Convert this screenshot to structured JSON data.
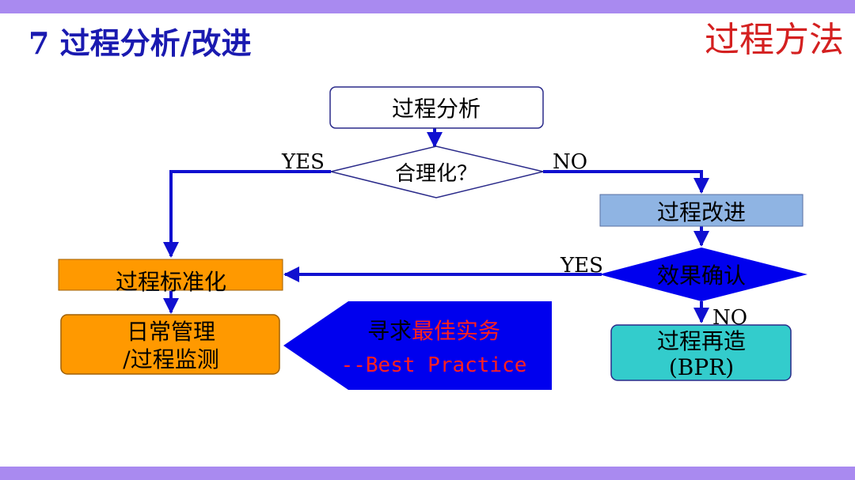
{
  "slide": {
    "title": "7 过程分析/改进",
    "corner_title": "过程方法"
  },
  "nodes": {
    "analysis": "过程分析",
    "decision": "合理化？",
    "improve": "过程改进",
    "verify": "效果确认",
    "standardize": "过程标准化",
    "daily_line1": "日常管理",
    "daily_line2": "/过程监测",
    "bpr_line1": "过程再造",
    "bpr_line2": "(BPR)",
    "best_line1_black": "寻求",
    "best_line1_red": "最佳实务",
    "best_line2": "--Best Practice"
  },
  "edges": {
    "decision_yes": "YES",
    "decision_no": "NO",
    "verify_yes": "YES",
    "verify_no": "NO"
  },
  "colors": {
    "title": "#1a1ab0",
    "corner": "#d42020",
    "bars": "#a98af0",
    "arrow": "#1010d0",
    "box_border": "#2a2a8a",
    "improve_fill": "#8fb4e3",
    "orange_fill": "#ff9900",
    "teal_fill": "#33cccc",
    "blue_fill": "#0000ee"
  }
}
